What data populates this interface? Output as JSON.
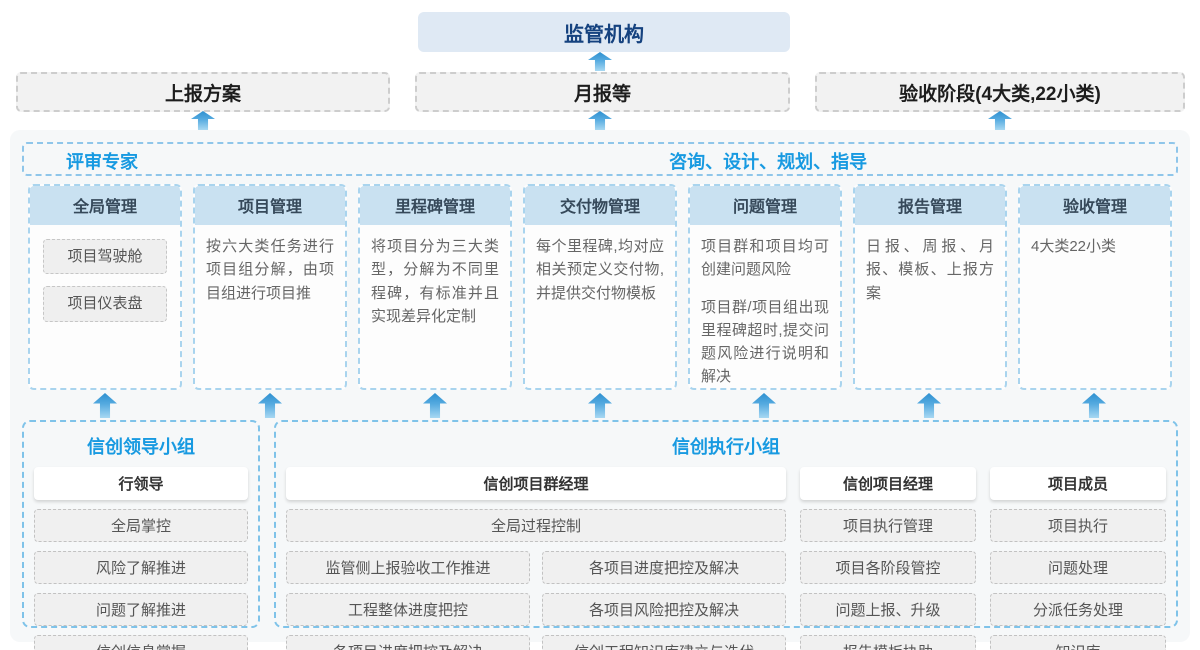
{
  "top": {
    "regulator": "监管机构",
    "report_plan": "上报方案",
    "monthly_report": "月报等",
    "acceptance_stage": "验收阶段(4大类,22小类)"
  },
  "main": {
    "left_title": "评审专家",
    "right_title": "咨询、设计、规划、指导",
    "columns": [
      {
        "header": "全局管理",
        "item1": "项目驾驶舱",
        "item2": "项目仪表盘"
      },
      {
        "header": "项目管理",
        "p1": "按六大类任务进行项目组分解，由项目组进行项目推"
      },
      {
        "header": "里程碑管理",
        "p1": "将项目分为三大类型，分解为不同里程碑，有标准并且实现差异化定制"
      },
      {
        "header": "交付物管理",
        "p1": "每个里程碑,均对应相关预定义交付物,并提供交付物模板"
      },
      {
        "header": "问题管理",
        "p1": "项目群和项目均可创建问题风险",
        "p2": "项目群/项目组出现里程碑超时,提交问题风险进行说明和解决"
      },
      {
        "header": "报告管理",
        "p1": "日报、周报、月报、模板、上报方案"
      },
      {
        "header": "验收管理",
        "p1": "4大类22小类"
      }
    ]
  },
  "bottom": {
    "lead_group": {
      "title": "信创领导小组",
      "role": "行领导",
      "items": [
        "全局掌控",
        "风险了解推进",
        "问题了解推进",
        "信创信息掌握"
      ]
    },
    "exec_group": {
      "title": "信创执行小组",
      "pm_group": {
        "role": "信创项目群经理",
        "full_item": "全局过程控制",
        "left_items": [
          "监管侧上报验收工作推进",
          "工程整体进度把控",
          "各项目进度把控及解决"
        ],
        "right_items": [
          "各项目进度把控及解决",
          "各项目风险把控及解决",
          "信创工程知识库建立与迭代"
        ]
      },
      "project_manager": {
        "role": "信创项目经理",
        "items": [
          "项目执行管理",
          "项目各阶段管控",
          "问题上报、升级",
          "报告模板协助"
        ]
      },
      "member": {
        "role": "项目成员",
        "items": [
          "项目执行",
          "问题处理",
          "分派任务处理",
          "知识库"
        ]
      }
    }
  },
  "colors": {
    "accent_blue": "#189ae1",
    "regulator_bg": "#dfe9f4",
    "regulator_text": "#15427f",
    "column_header_bg": "#c9e1f1",
    "dashed_blue_border": "#a9d4ee",
    "group_border": "#7fc3e9",
    "arrow_gradient_top": "#2e90d0",
    "arrow_gradient_bottom": "#a8d8f2"
  }
}
